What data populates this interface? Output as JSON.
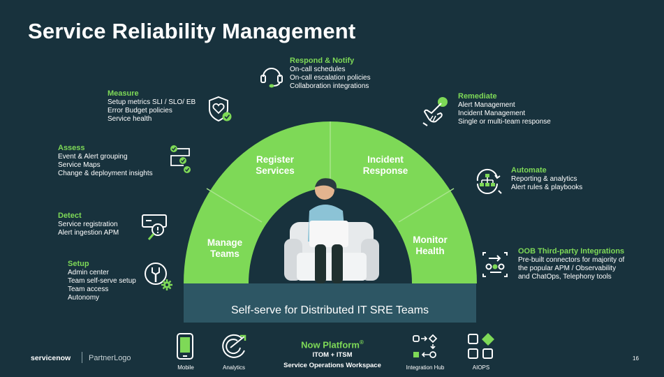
{
  "slide": {
    "title": "Service Reliability Management",
    "colors": {
      "background": "#18323d",
      "accent": "#7ed957",
      "banner": "#2d5664"
    }
  },
  "features": {
    "respond": {
      "heading": "Respond & Notify",
      "lines": [
        "On-call schedules",
        "On-call escalation policies",
        "Collaboration integrations"
      ],
      "icon": "headset-icon"
    },
    "measure": {
      "heading": "Measure",
      "lines": [
        "Setup metrics SLI / SLO/ EB",
        "Error Budget policies",
        "Service health"
      ],
      "icon": "shield-heart-icon"
    },
    "assess": {
      "heading": "Assess",
      "lines": [
        "Event & Alert grouping",
        "Service Maps",
        "Change & deployment insights"
      ],
      "icon": "checklist-icon"
    },
    "detect": {
      "heading": "Detect",
      "lines": [
        "Service registration",
        "Alert ingestion APM"
      ],
      "icon": "magnify-alert-icon"
    },
    "setup": {
      "heading": "Setup",
      "lines": [
        "Admin center",
        "Team self-serve setup",
        "Team access",
        "Autonomy"
      ],
      "icon": "wrench-gear-icon"
    },
    "remediate": {
      "heading": "Remediate",
      "lines": [
        "Alert Management",
        "Incident Management",
        "Single or multi-team response"
      ],
      "icon": "hand-click-icon"
    },
    "automate": {
      "heading": "Automate",
      "lines": [
        "Reporting & analytics",
        "Alert rules & playbooks"
      ],
      "icon": "workflow-cycle-icon"
    },
    "oob": {
      "heading": "OOB Third-party Integrations",
      "lines": [
        "Pre-built connectors for majority of",
        "the popular APM / Observability",
        "and ChatOps, Telephony tools"
      ],
      "icon": "connectors-icon"
    }
  },
  "arch": {
    "segments": {
      "register": [
        "Register",
        "Services"
      ],
      "incident": [
        "Incident",
        "Response"
      ],
      "manage": [
        "Manage",
        "Teams"
      ],
      "monitor": [
        "Monitor",
        "Health"
      ]
    },
    "banner": "Self-serve for Distributed IT SRE Teams"
  },
  "bottom": {
    "mobile": {
      "label": "Mobile",
      "icon": "mobile-icon"
    },
    "analytics": {
      "label": "Analytics",
      "icon": "analytics-icon"
    },
    "platform": {
      "title": "Now Platform",
      "reg": "®",
      "line1": "ITOM + ITSM",
      "line2": "Service Operations Workspace"
    },
    "integration_hub": {
      "label": "Integration Hub",
      "icon": "integration-hub-icon"
    },
    "aiops": {
      "label": "AIOPS",
      "icon": "aiops-icon"
    }
  },
  "footer": {
    "logo": "servicenow",
    "partner": "PartnerLogo",
    "page": "16"
  }
}
